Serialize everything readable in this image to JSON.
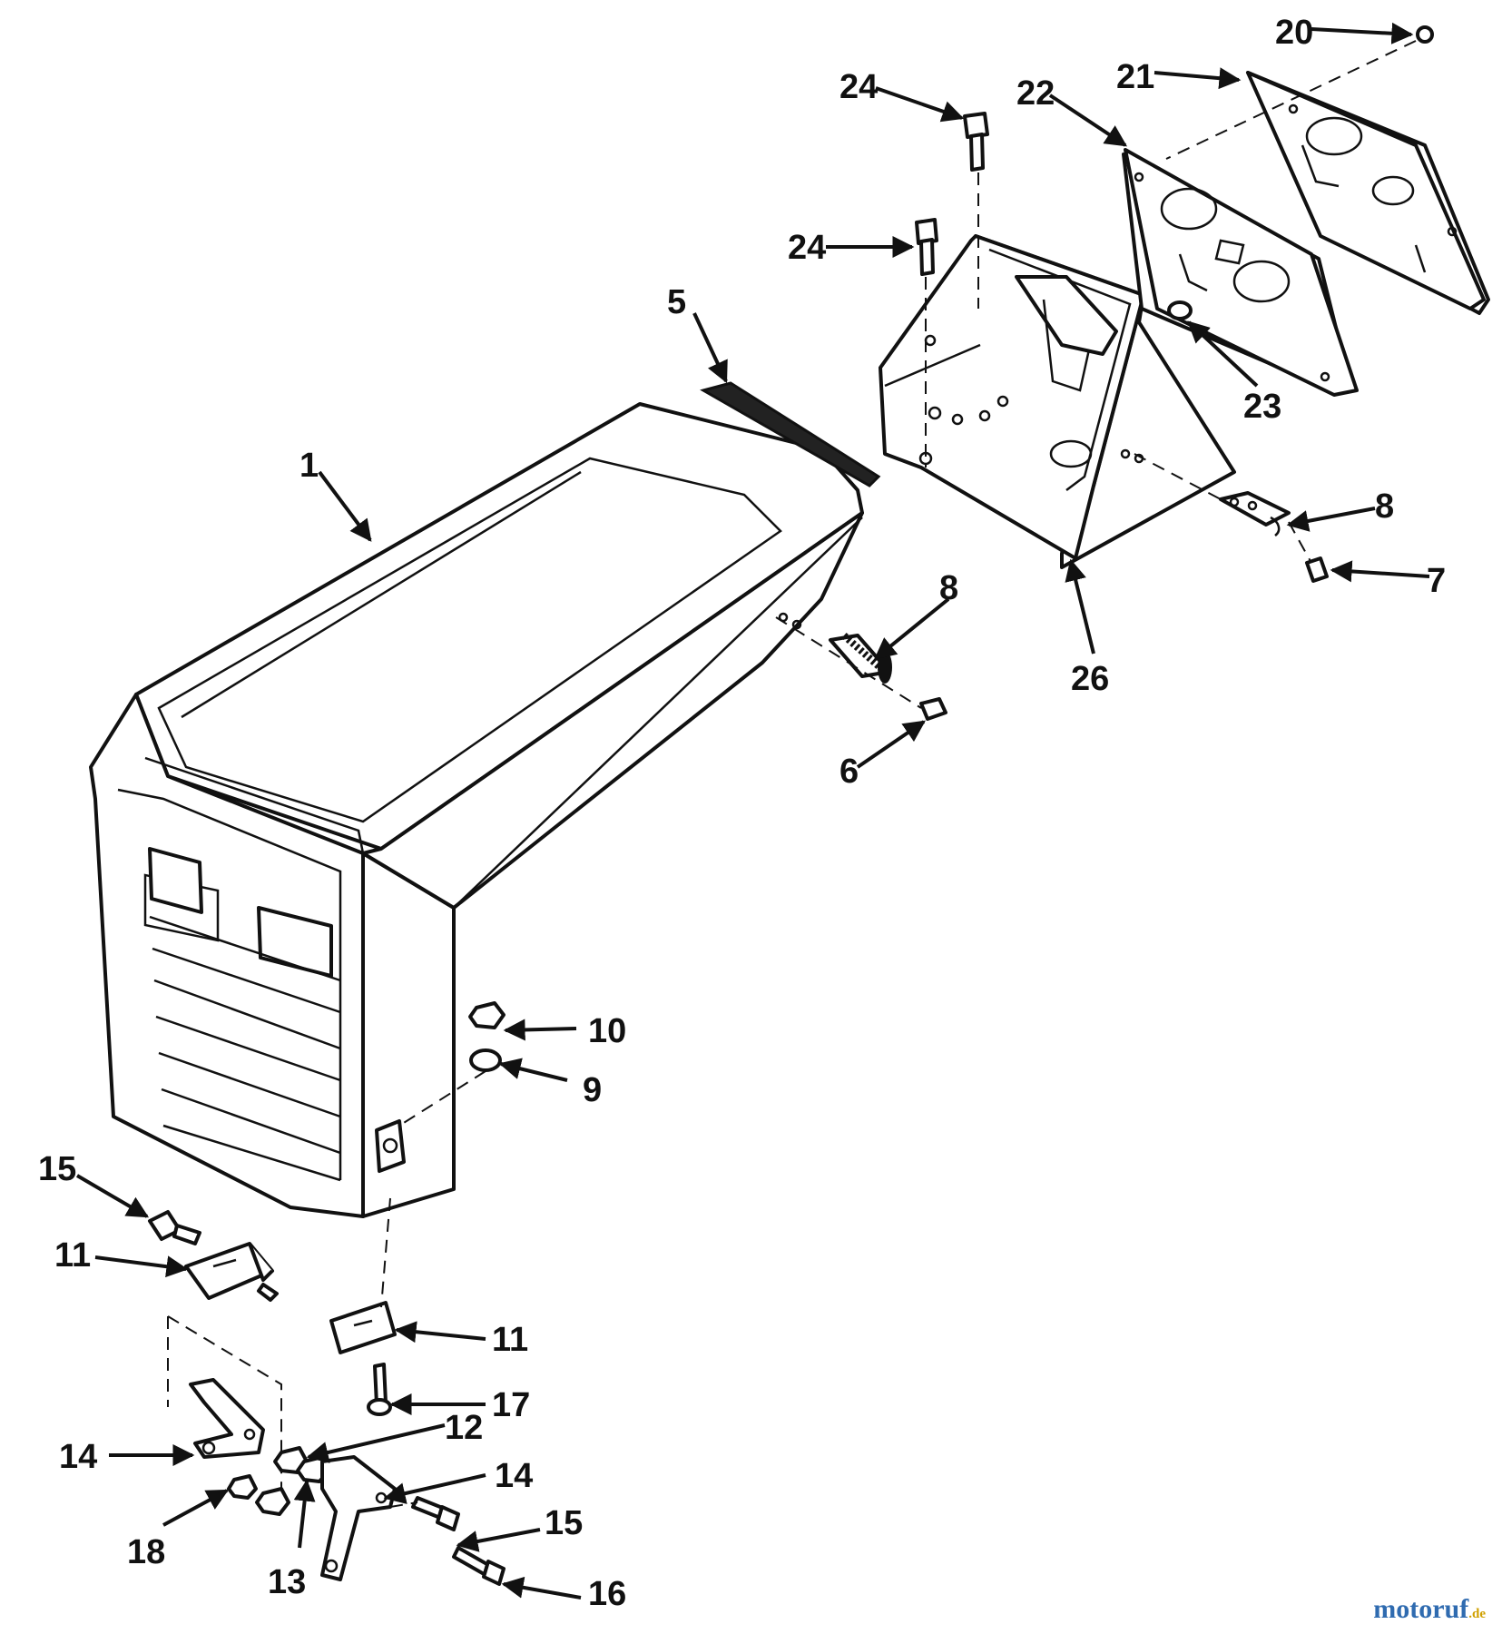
{
  "labels": {
    "p1": "1",
    "p5": "5",
    "p6": "6",
    "p7": "7",
    "p8a": "8",
    "p8b": "8",
    "p9": "9",
    "p10": "10",
    "p11a": "11",
    "p11b": "11",
    "p12": "12",
    "p13": "13",
    "p14a": "14",
    "p14b": "14",
    "p15a": "15",
    "p15b": "15",
    "p16": "16",
    "p17": "17",
    "p18": "18",
    "p20": "20",
    "p21": "21",
    "p22": "22",
    "p23": "23",
    "p24a": "24",
    "p24b": "24",
    "p26": "26"
  },
  "watermark": {
    "main": "motoruf",
    "suffix": ".de"
  }
}
